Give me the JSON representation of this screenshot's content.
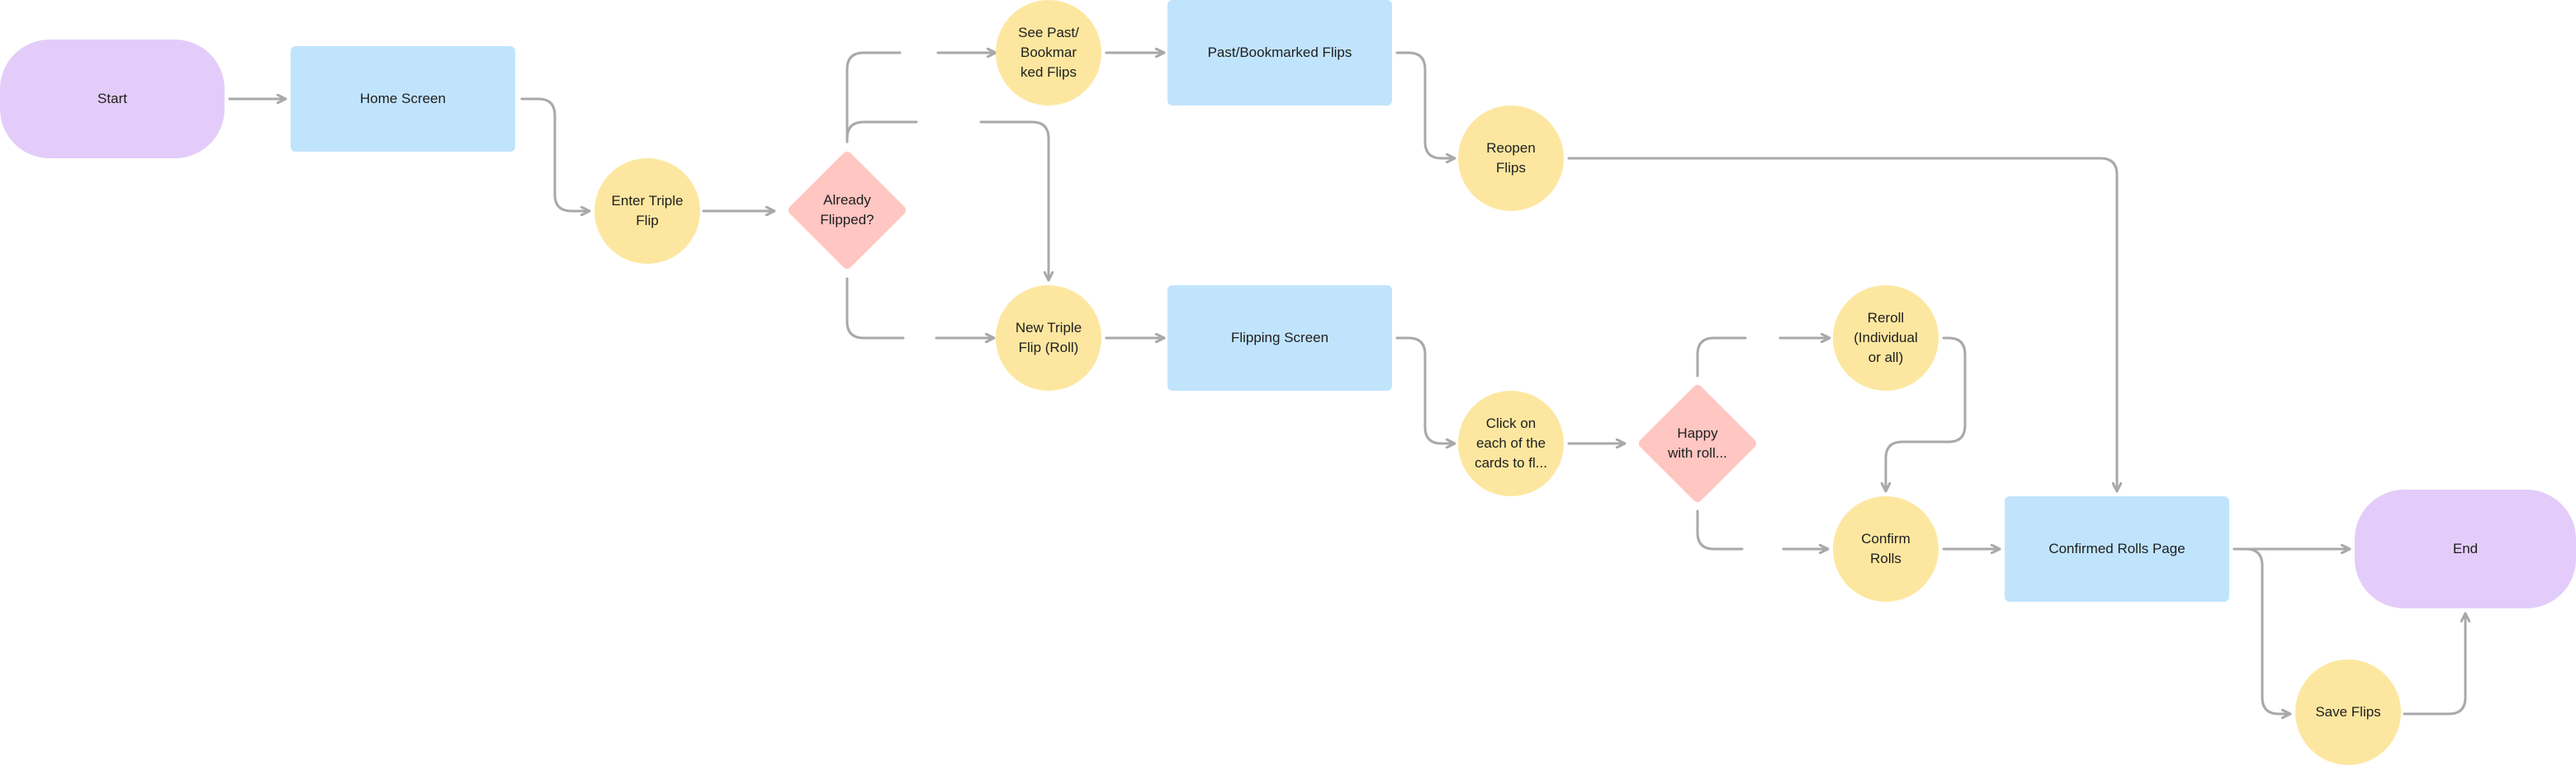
{
  "nodes": {
    "start": "Start",
    "home_screen": "Home Screen",
    "enter_triple_flip": "Enter Triple\nFlip",
    "already_flipped": "Already\nFlipped?",
    "see_past_bookmarked": "See Past/\nBookmar\nked Flips",
    "past_bookmarked_flips": "Past/Bookmarked Flips",
    "reopen_flips": "Reopen\nFlips",
    "new_triple_flip": "New Triple\nFlip (Roll)",
    "flipping_screen": "Flipping Screen",
    "click_cards": "Click on\neach of the\ncards to fl...",
    "happy_with_roll": "Happy\nwith roll...",
    "reroll": "Reroll\n(Individual\nor all)",
    "confirm_rolls": "Confirm\nRolls",
    "confirmed_rolls_page": "Confirmed Rolls Page",
    "end": "End",
    "save_flips": "Save Flips"
  },
  "colors": {
    "terminal": "#e3ccf9",
    "screen": "#c1e4fd",
    "action": "#fde7a0",
    "decision": "#ffc6c2",
    "connector": "#a9a9a9"
  }
}
